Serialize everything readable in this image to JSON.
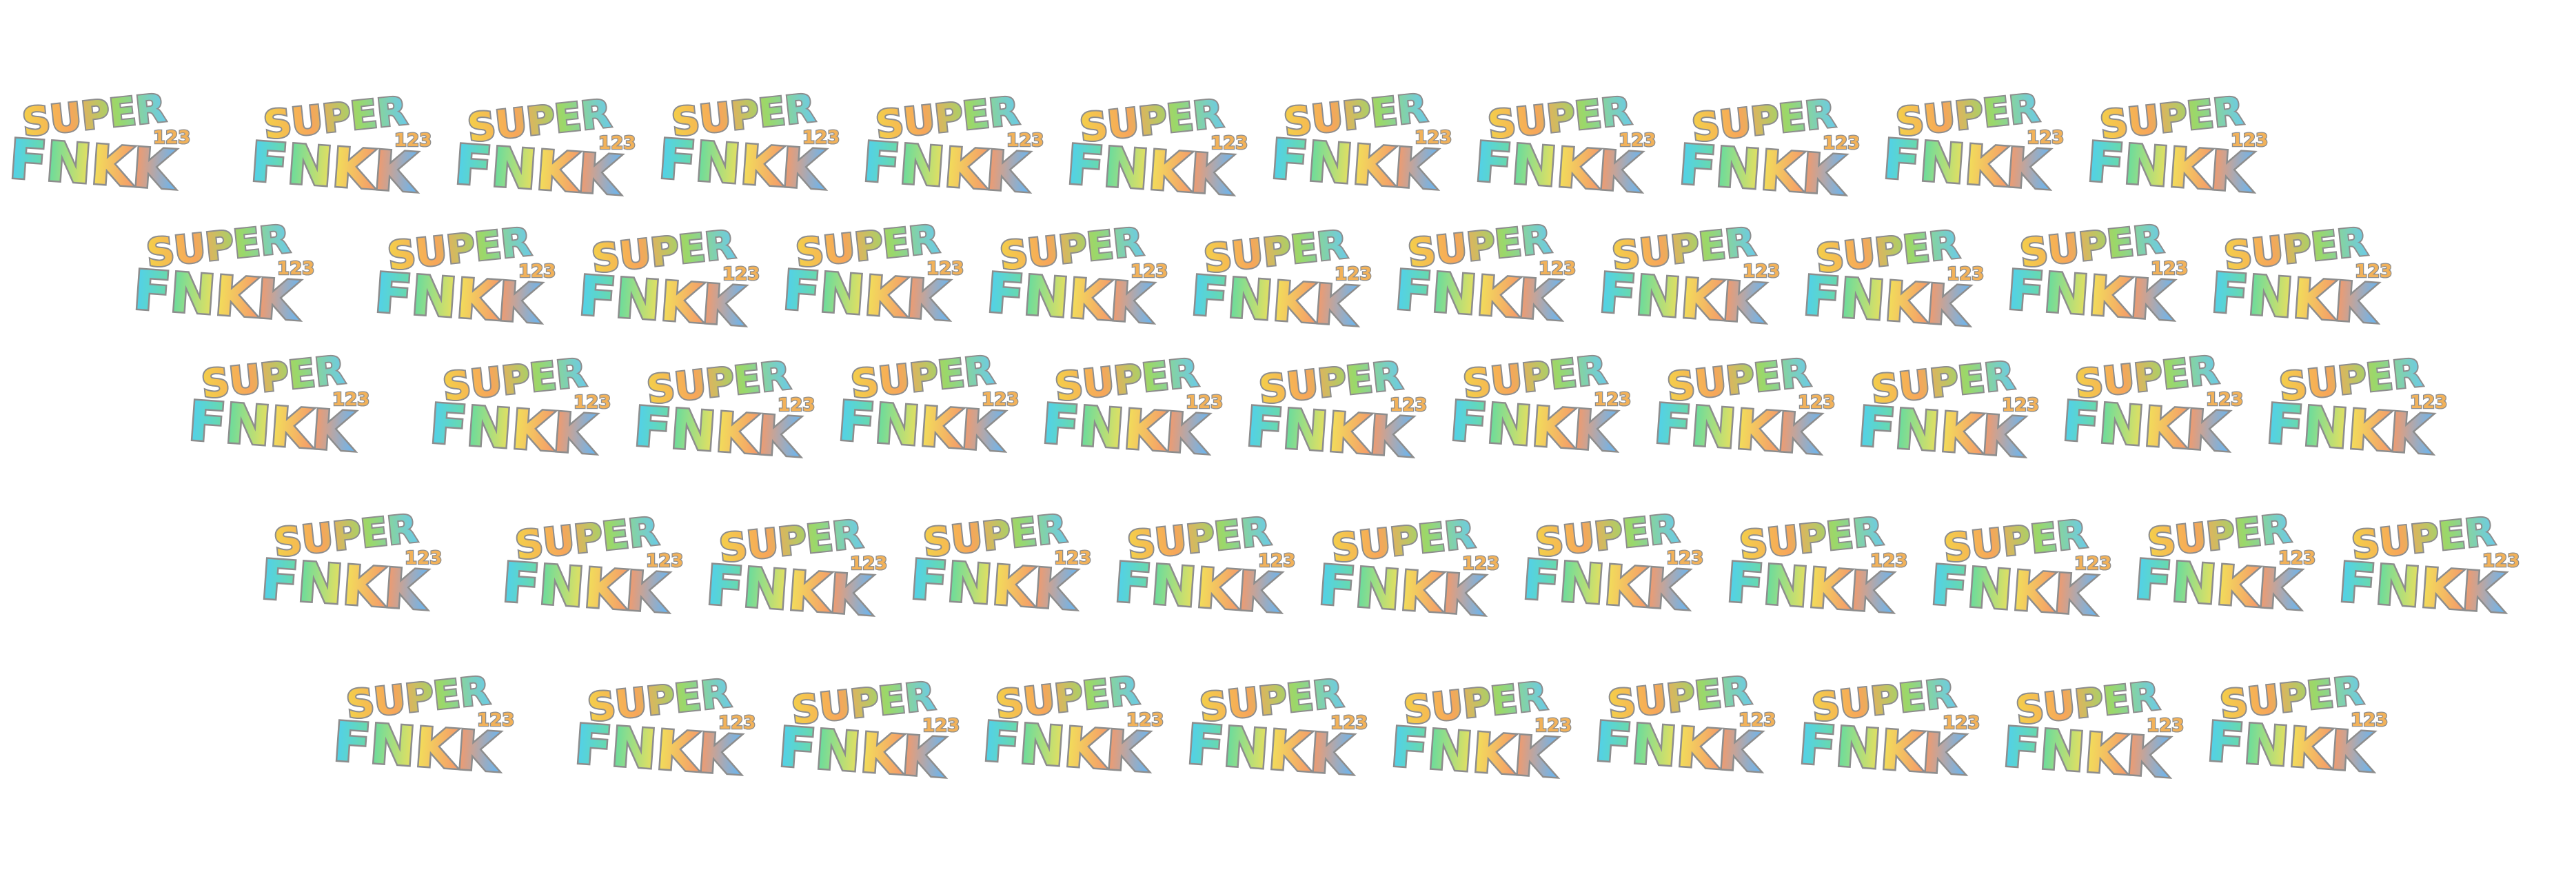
{
  "logo": {
    "line1": "SUPER",
    "line2": "FNKK",
    "tag": "123",
    "icon": "super-funky-123-logo-icon"
  },
  "colors": {
    "background": "#ffffff",
    "outline": "#8d8d8d",
    "shadow": "#9a9a9a",
    "top_gradient": [
      "#f4d04a",
      "#f7a65a",
      "#9ad86a",
      "#6bcbe8"
    ],
    "bottom_gradient": [
      "#4fd0f0",
      "#6fdc9a",
      "#f2e05a",
      "#f59a6a",
      "#68b6f2"
    ],
    "tag_fill": "#f2b25a"
  },
  "grid": {
    "rows": 5,
    "per_row": 11
  }
}
